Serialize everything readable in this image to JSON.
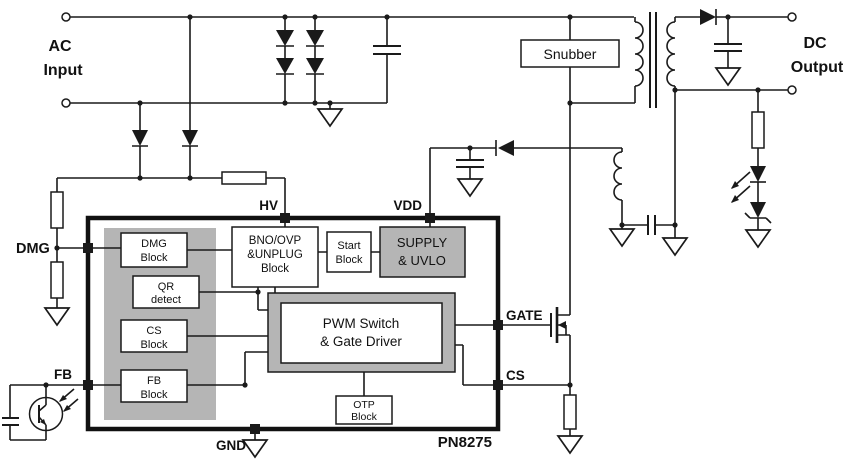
{
  "labels": {
    "ac_input": {
      "line1": "AC",
      "line2": "Input"
    },
    "dc_output": {
      "line1": "DC",
      "line2": "Output"
    },
    "snubber": "Snubber"
  },
  "ic": {
    "part_number": "PN8275",
    "pins": {
      "hv": "HV",
      "vdd": "VDD",
      "dmg": "DMG",
      "fb": "FB",
      "gnd": "GND",
      "gate": "GATE",
      "cs": "CS"
    },
    "blocks": {
      "dmg_block": {
        "line1": "DMG",
        "line2": "Block"
      },
      "qr_detect": {
        "line1": "QR",
        "line2": "detect"
      },
      "cs_block": {
        "line1": "CS",
        "line2": "Block"
      },
      "fb_block": {
        "line1": "FB",
        "line2": "Block"
      },
      "bno_block": {
        "line1": "BNO/OVP",
        "line2": "&UNPLUG",
        "line3": "Block"
      },
      "start_block": {
        "line1": "Start",
        "line2": "Block"
      },
      "supply_block": {
        "line1": "SUPPLY",
        "line2": "& UVLO"
      },
      "pwm_block": {
        "line1": "PWM Switch",
        "line2": "&  Gate Driver"
      },
      "otp_block": {
        "line1": "OTP",
        "line2": "Block"
      }
    }
  },
  "colors": {
    "wire": "#1a1a1a",
    "block_fill": "#b5b5b5",
    "background": "#ffffff"
  }
}
